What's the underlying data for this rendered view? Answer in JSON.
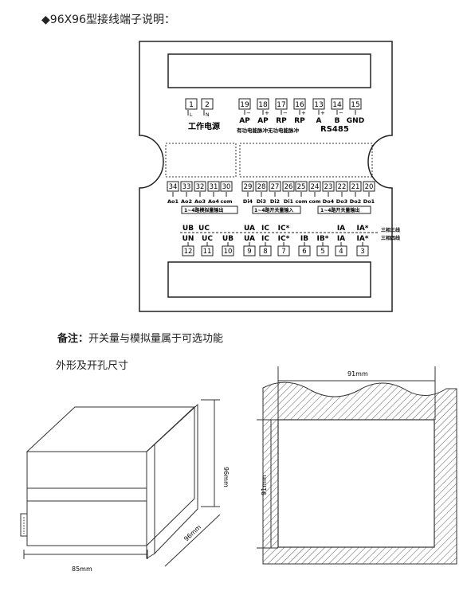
{
  "heading": {
    "bullet": "◆",
    "text": "96X96型接线端子说明："
  },
  "panel": {
    "top_terminals": [
      {
        "num": "1",
        "label": "L"
      },
      {
        "num": "2",
        "label": "N"
      },
      {
        "num": "19",
        "label": "AP",
        "sign": "−"
      },
      {
        "num": "18",
        "label": "AP",
        "sign": "+"
      },
      {
        "num": "17",
        "label": "RP",
        "sign": "−"
      },
      {
        "num": "16",
        "label": "RP",
        "sign": "+"
      },
      {
        "num": "13",
        "label": "A",
        "sign": "+"
      },
      {
        "num": "14",
        "label": "B",
        "sign": "−"
      },
      {
        "num": "15",
        "label": "GND"
      }
    ],
    "power_label": "工作电源",
    "pulse_label": "有功电能脉冲无功电能脉冲",
    "rs485_label": "RS485",
    "mid_terminals": [
      {
        "num": "34",
        "label": "Ao1"
      },
      {
        "num": "33",
        "label": "Ao2"
      },
      {
        "num": "32",
        "label": "Ao3"
      },
      {
        "num": "31",
        "label": "Ao4"
      },
      {
        "num": "30",
        "label": "com"
      },
      {
        "num": "29",
        "label": "Di4"
      },
      {
        "num": "28",
        "label": "Di3"
      },
      {
        "num": "27",
        "label": "Di2"
      },
      {
        "num": "26",
        "label": "Di1"
      },
      {
        "num": "25",
        "label": "com"
      },
      {
        "num": "24",
        "label": "com"
      },
      {
        "num": "23",
        "label": "Do4"
      },
      {
        "num": "22",
        "label": "Do3"
      },
      {
        "num": "21",
        "label": "Do2"
      },
      {
        "num": "20",
        "label": "Do1"
      }
    ],
    "group_labels": [
      "1~4路模拟量输出",
      "1~4路开关量输入",
      "1~4路开关量输出"
    ],
    "three_phase_three_wire": {
      "labels": [
        "UB",
        "UC",
        "UA",
        "IC",
        "IC*",
        "IA",
        "IA*"
      ],
      "name": "三相三线"
    },
    "three_phase_four_wire": {
      "labels": [
        "UN",
        "UC",
        "UB",
        "UA",
        "IC",
        "IC*",
        "IB",
        "IB*",
        "IA",
        "IA*"
      ],
      "name": "三相四线"
    },
    "bottom_terminals": [
      "12",
      "11",
      "10",
      "9",
      "8",
      "7",
      "6",
      "5",
      "4",
      "3"
    ]
  },
  "note": {
    "label": "备注：",
    "text": "开关量与模拟量属于可选功能"
  },
  "dimensions": {
    "title": "外形及开孔尺寸",
    "depth": "85mm",
    "height": "96mm",
    "width": "96mm",
    "cutout_w": "91mm",
    "cutout_h": "91mm"
  }
}
